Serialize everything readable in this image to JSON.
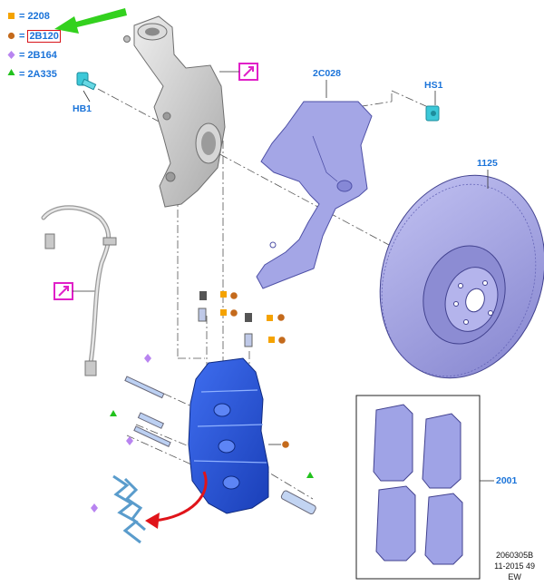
{
  "legend": [
    {
      "code": "2208",
      "symbol": "square",
      "color": "#f5a300"
    },
    {
      "code": "2B120",
      "symbol": "circle",
      "color": "#c46a1c",
      "highlighted": true
    },
    {
      "code": "2B164",
      "symbol": "diamond",
      "color": "#b884f0"
    },
    {
      "code": "2A335",
      "symbol": "triangle",
      "color": "#22c21d"
    }
  ],
  "callouts": {
    "hb1": "HB1",
    "c2c028": "2C028",
    "hs1": "HS1",
    "c1125": "1125",
    "c2001": "2001"
  },
  "doc_info": {
    "line1": "2060305B",
    "line2": "11-2015 49",
    "line3": "EW"
  },
  "colors": {
    "callout": "#1a73d9",
    "caliper": "#2855d8",
    "disc": "#a9a9e8",
    "shield": "#a4a6e6",
    "pads": "#9fa3e6",
    "knuckle": "#c8c8c8",
    "arrow_green": "#33d11e",
    "arrow_red": "#e0141a",
    "flag_magenta": "#e020c8",
    "bolt_cyan": "#3cc8d8",
    "clip": "#8fc6e8"
  }
}
